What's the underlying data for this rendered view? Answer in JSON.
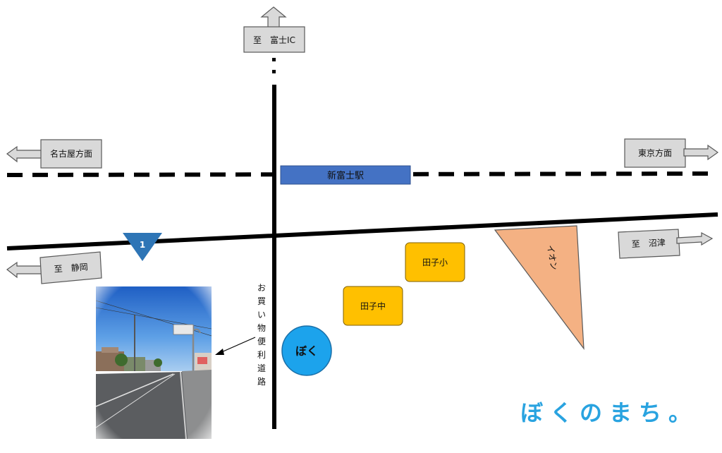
{
  "map": {
    "north_sign": "至　富士IC",
    "west_upper_sign": "名古屋方面",
    "east_upper_sign": "東京方面",
    "station": "新富士駅",
    "west_lower_sign": "至　静岡",
    "east_lower_sign": "至　沼津",
    "route_number": "1",
    "school_elementary": "田子小",
    "school_middle": "田子中",
    "home_marker": "ぼく",
    "store": "イオン",
    "road_label": "お買い物便利道路",
    "road_label_chars": [
      "お",
      "買",
      "い",
      "物",
      "便",
      "利",
      "道",
      "路"
    ]
  },
  "caption": "ぼくのまち。",
  "colors": {
    "station_blue": "#4472c4",
    "school_yellow": "#ffc000",
    "store_orange": "#f4b183",
    "home_blue": "#1ca3ec",
    "route_blue": "#2e75b6",
    "caption_blue": "#29a3e0",
    "sign_gray": "#d9d9d9"
  }
}
